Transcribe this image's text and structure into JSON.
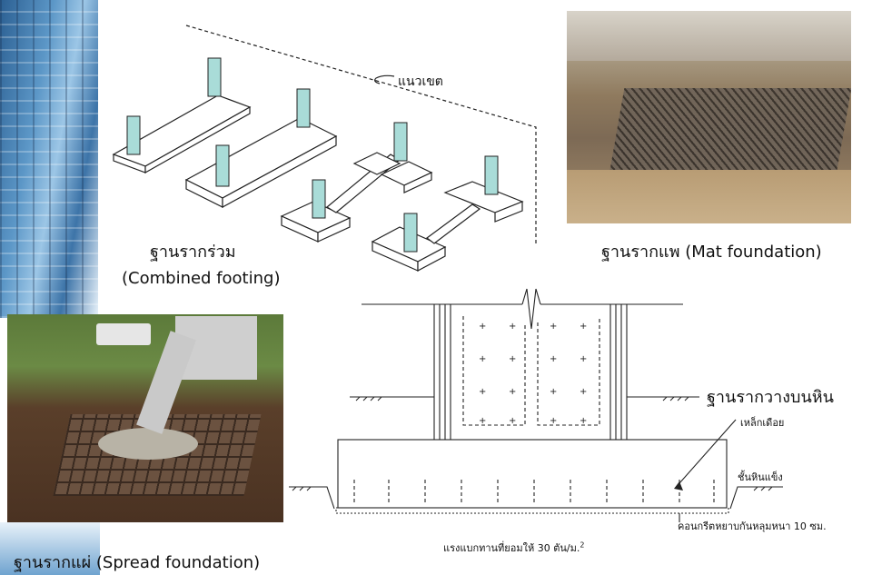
{
  "labels": {
    "boundary": "แนวเขต",
    "combined_thai": "ฐานรากร่วม",
    "combined_en": "(Combined footing)",
    "mat": "ฐานรากแพ (Mat foundation)",
    "rock_footing": "ฐานรากวางบนหิน",
    "rebar": "เหล็กเดือย",
    "hard_rock": "ชั้นหินแข็ง",
    "lean_concrete": "คอนกรีตหยาบกันหลุมหนา 10 ซม.",
    "bearing": "แรงแบกทานที่ยอมให้ 30 ตัน/ม.",
    "bearing_sup": "2",
    "spread": "ฐานรากแผ่ (Spread foundation)"
  },
  "colors": {
    "column": "#a9dcd8",
    "line": "#222222",
    "tower_glass": "#4b86b8"
  }
}
